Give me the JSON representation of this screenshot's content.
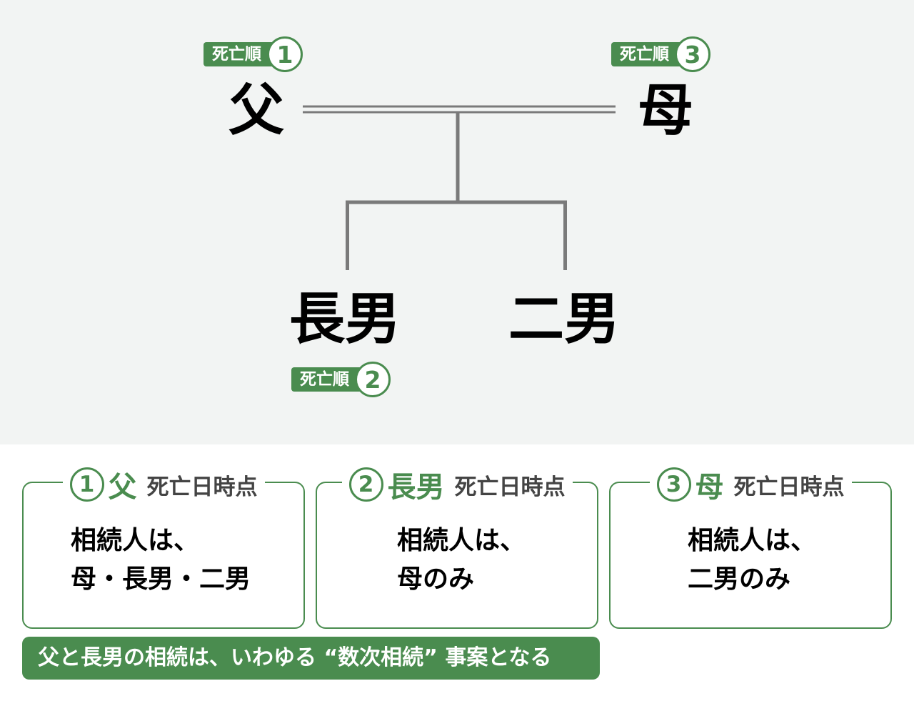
{
  "colors": {
    "accent_green": "#4a8c4f",
    "line_gray": "#7a7a7a",
    "tree_background": "#f2f4f3"
  },
  "people": {
    "father": "父",
    "mother": "母",
    "eldest_son": "長男",
    "second_son": "二男"
  },
  "badges": {
    "label": "死亡順",
    "father_order": "1",
    "eldest_son_order": "2",
    "mother_order": "3"
  },
  "panels": [
    {
      "number": "1",
      "name": "父",
      "suffix": "死亡日時点",
      "line1": "相続人は、",
      "line2": "母・長男・二男"
    },
    {
      "number": "2",
      "name": "長男",
      "suffix": "死亡日時点",
      "line1": "相続人は、",
      "line2": "母のみ"
    },
    {
      "number": "3",
      "name": "母",
      "suffix": "死亡日時点",
      "line1": "相続人は、",
      "line2": "二男のみ"
    }
  ],
  "note": "父と長男の相続は、いわゆる “数次相続” 事案となる"
}
